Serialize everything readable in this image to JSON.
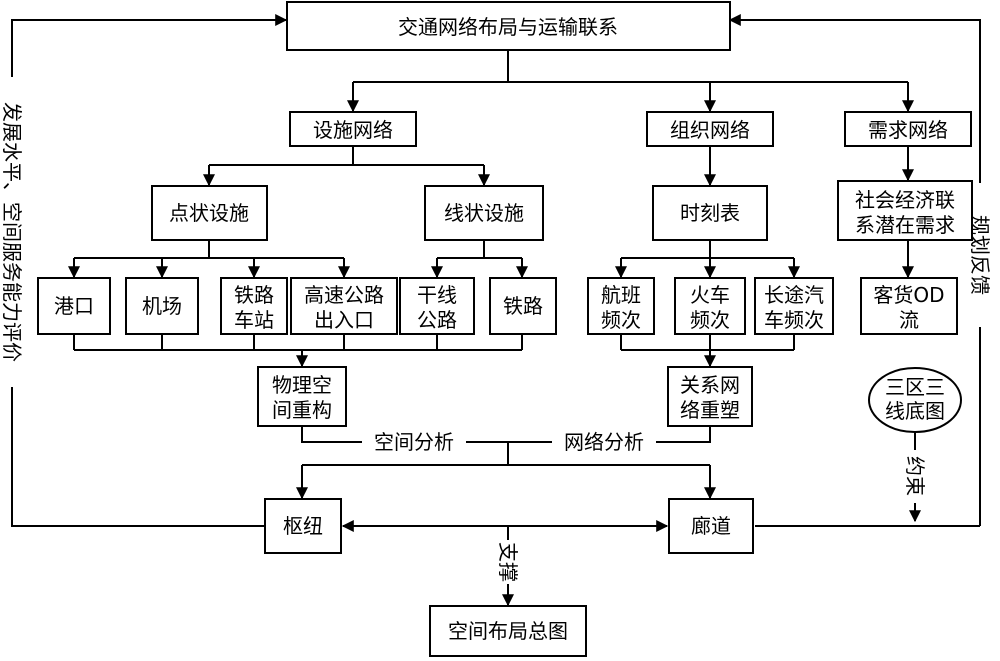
{
  "nodes": {
    "top": "交通网络布局与运输联系",
    "facility_network": "设施网络",
    "organization_network": "组织网络",
    "demand_network": "需求网络",
    "point_facilities": "点状设施",
    "line_facilities": "线状设施",
    "timetable": "时刻表",
    "socioeconomic": [
      "社会经济联",
      "系潜在需求"
    ],
    "port": "港口",
    "airport": "机场",
    "railway_station": [
      "铁路",
      "车站"
    ],
    "highway_exit": [
      "高速公路",
      "出入口"
    ],
    "trunk_highway": [
      "干线",
      "公路"
    ],
    "railway": "铁路",
    "flight_freq": [
      "航班",
      "频次"
    ],
    "train_freq": [
      "火车",
      "频次"
    ],
    "bus_freq": [
      "长途汽",
      "车频次"
    ],
    "od_flow": [
      "客货OD",
      "流"
    ],
    "physical_space": [
      "物理空",
      "间重构"
    ],
    "relation_network": [
      "关系网",
      "络重塑"
    ],
    "three_zones": [
      "三区三",
      "线底图"
    ],
    "hub": "枢纽",
    "corridor": "廊道",
    "master_plan": "空间布局总图"
  },
  "labels": {
    "spatial_analysis": "空间分析",
    "network_analysis": "网络分析",
    "support": "支撑",
    "constraint": "约束",
    "planning_feedback": "规划反馈",
    "evaluation": "发展水平、空间服务能力评价"
  }
}
